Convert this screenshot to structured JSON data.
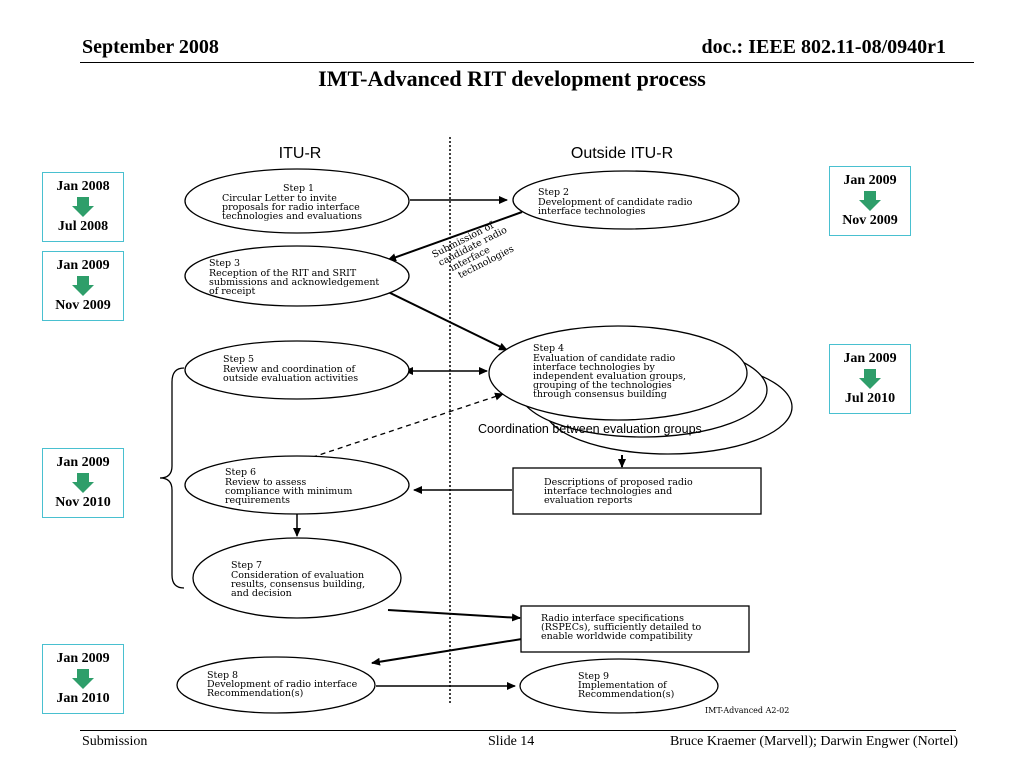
{
  "header": {
    "date": "September 2008",
    "doc": "doc.: IEEE 802.11-08/0940r1"
  },
  "title": "IMT-Advanced RIT development process",
  "columns": {
    "left": "ITU-R",
    "right": "Outside ITU-R"
  },
  "steps": {
    "s1": [
      "Step 1",
      "Circular Letter to invite",
      "proposals for radio interface",
      "technologies and evaluations"
    ],
    "s2": [
      "Step 2",
      "Development of candidate radio",
      "interface technologies"
    ],
    "s3": [
      "Step 3",
      "Reception of the RIT and SRIT",
      "submissions and acknowledgement",
      "of receipt"
    ],
    "s4": [
      "Step 4",
      "Evaluation of candidate radio",
      "interface technologies by",
      "independent evaluation groups,",
      "grouping of the technologies",
      "through consensus building"
    ],
    "s5": [
      "Step 5",
      "Review and coordination of",
      "outside evaluation activities"
    ],
    "s6": [
      "Step 6",
      "Review to assess",
      "compliance with minimum",
      "requirements"
    ],
    "s7": [
      "Step 7",
      "Consideration of evaluation",
      "results, consensus building,",
      "and decision"
    ],
    "s8": [
      "Step 8",
      "Development of radio interface",
      "Recommendation(s)"
    ],
    "s9": [
      "Step 9",
      "Implementation of",
      "Recommendation(s)"
    ]
  },
  "submission_label": [
    "Submission of",
    "candidate radio",
    "interface",
    "technologies"
  ],
  "coordination_label": "Coordination between evaluation groups",
  "boxes": {
    "descriptions": [
      "Descriptions of proposed radio",
      "interface technologies and",
      "evaluation reports"
    ],
    "rspecs": [
      "Radio interface specifications",
      "(RSPECs), sufficiently detailed to",
      "enable worldwide compatibility"
    ]
  },
  "reference": "IMT-Advanced A2-02",
  "dates": [
    {
      "from": "Jan 2008",
      "to": "Jul 2008"
    },
    {
      "from": "Jan 2009",
      "to": "Nov 2009"
    },
    {
      "from": "Jan 2009",
      "to": "Nov 2010"
    },
    {
      "from": "Jan 2009",
      "to": "Jan 2010"
    },
    {
      "from": "Jan 2009",
      "to": "Nov 2009"
    },
    {
      "from": "Jan 2009",
      "to": "Jul 2010"
    }
  ],
  "colors": {
    "arrow_green": "#2e9e6a",
    "box_border": "#49c0d0"
  },
  "footer": {
    "left": "Submission",
    "middle": "Slide 14",
    "right": "Bruce Kraemer (Marvell); Darwin Engwer (Nortel)"
  }
}
